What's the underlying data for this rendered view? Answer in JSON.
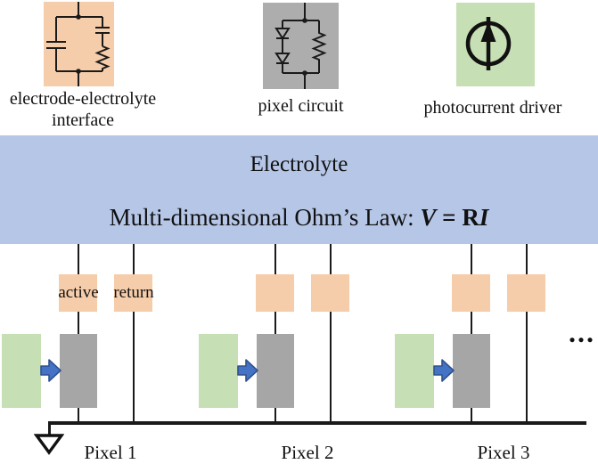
{
  "legend": {
    "interface": {
      "label": "electrode-electrolyte interface"
    },
    "pixel_circuit": {
      "label": "pixel circuit"
    },
    "photocurrent_driver": {
      "label": "photocurrent driver"
    }
  },
  "electrolyte": {
    "title": "Electrolyte",
    "law_prefix": "Multi-dimensional Ohm’s Law: ",
    "law_v": "V",
    "law_eq": " = ",
    "law_r": "R",
    "law_i": "I"
  },
  "pixels": {
    "active_label": "active",
    "return_label": "return",
    "items": [
      {
        "label": "Pixel 1"
      },
      {
        "label": "Pixel 2"
      },
      {
        "label": "Pixel 3"
      }
    ],
    "ellipsis": "..."
  },
  "colors": {
    "interface_peach": "#F6CDAA",
    "legend_gray": "#ADADAD",
    "pixel_circuit_gray": "#A6A6A6",
    "driver_green": "#C6DFB5",
    "electrolyte_blue": "#B6C6E7",
    "arrow_fill": "#4472C4",
    "arrow_border": "#2F528F",
    "line_black": "#1a1a1a"
  }
}
